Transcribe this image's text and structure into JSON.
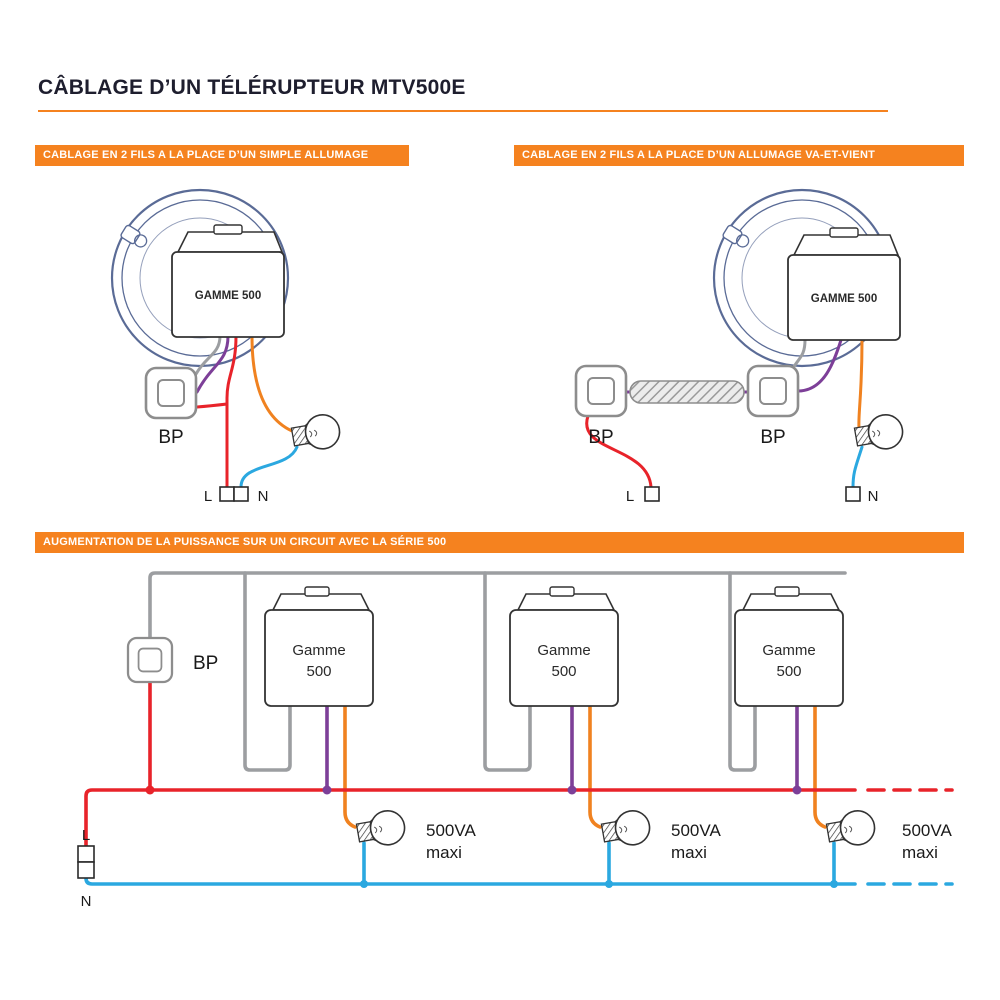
{
  "page": {
    "title": "CÂBLAGE D’UN TÉLÉRUPTEUR MTV500E"
  },
  "sections": {
    "simple": {
      "banner": "CABLAGE EN 2 FILS A LA PLACE D’UN SIMPLE ALLUMAGE"
    },
    "vaetvient": {
      "banner": "CABLAGE EN 2 FILS A LA PLACE D’UN ALLUMAGE VA-ET-VIENT"
    },
    "puissance": {
      "banner": "AUGMENTATION DE LA PUISSANCE SUR UN CIRCUIT AVEC LA SÉRIE 500"
    }
  },
  "labels": {
    "module_caps": "GAMME 500",
    "module_line1": "Gamme",
    "module_line2": "500",
    "bp": "BP",
    "l": "L",
    "n": "N",
    "load_line1": "500VA",
    "load_line2": "maxi"
  },
  "colors": {
    "accent_orange": "#F5821F",
    "title_navy": "#1E1E2E",
    "wire_red": "#E8232A",
    "wire_blue": "#2BA8E0",
    "wire_purple": "#7D3F98",
    "wire_orange": "#F08220",
    "wire_gray": "#9C9EA1",
    "junction_box_outline": "#5A6B96"
  }
}
